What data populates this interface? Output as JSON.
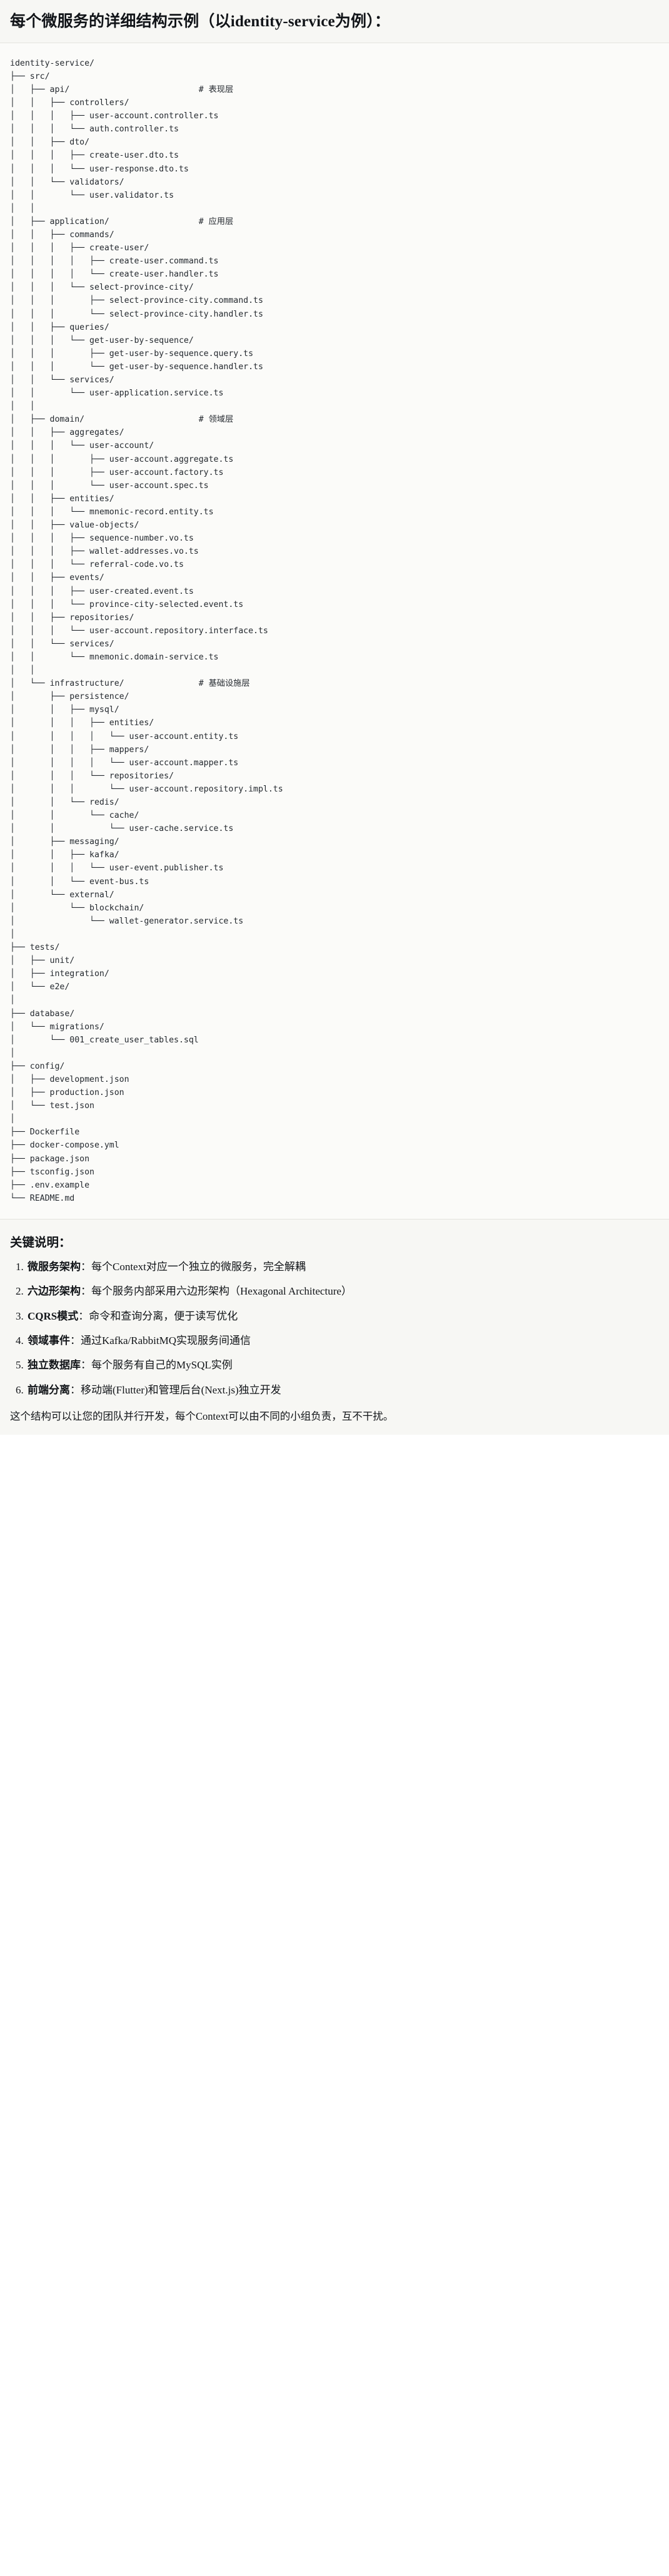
{
  "title": "每个微服务的详细结构示例（以identity-service为例）：",
  "tree": {
    "root": "identity-service/",
    "lines": [
      "identity-service/",
      "├── src/",
      "│   ├── api/                          # 表现层",
      "│   │   ├── controllers/",
      "│   │   │   ├── user-account.controller.ts",
      "│   │   │   └── auth.controller.ts",
      "│   │   ├── dto/",
      "│   │   │   ├── create-user.dto.ts",
      "│   │   │   └── user-response.dto.ts",
      "│   │   └── validators/",
      "│   │       └── user.validator.ts",
      "│   │",
      "│   ├── application/                  # 应用层",
      "│   │   ├── commands/",
      "│   │   │   ├── create-user/",
      "│   │   │   │   ├── create-user.command.ts",
      "│   │   │   │   └── create-user.handler.ts",
      "│   │   │   └── select-province-city/",
      "│   │   │       ├── select-province-city.command.ts",
      "│   │   │       └── select-province-city.handler.ts",
      "│   │   ├── queries/",
      "│   │   │   └── get-user-by-sequence/",
      "│   │   │       ├── get-user-by-sequence.query.ts",
      "│   │   │       └── get-user-by-sequence.handler.ts",
      "│   │   └── services/",
      "│   │       └── user-application.service.ts",
      "│   │",
      "│   ├── domain/                       # 领域层",
      "│   │   ├── aggregates/",
      "│   │   │   └── user-account/",
      "│   │   │       ├── user-account.aggregate.ts",
      "│   │   │       ├── user-account.factory.ts",
      "│   │   │       └── user-account.spec.ts",
      "│   │   ├── entities/",
      "│   │   │   └── mnemonic-record.entity.ts",
      "│   │   ├── value-objects/",
      "│   │   │   ├── sequence-number.vo.ts",
      "│   │   │   ├── wallet-addresses.vo.ts",
      "│   │   │   └── referral-code.vo.ts",
      "│   │   ├── events/",
      "│   │   │   ├── user-created.event.ts",
      "│   │   │   └── province-city-selected.event.ts",
      "│   │   ├── repositories/",
      "│   │   │   └── user-account.repository.interface.ts",
      "│   │   └── services/",
      "│   │       └── mnemonic.domain-service.ts",
      "│   │",
      "│   └── infrastructure/               # 基础设施层",
      "│       ├── persistence/",
      "│       │   ├── mysql/",
      "│       │   │   ├── entities/",
      "│       │   │   │   └── user-account.entity.ts",
      "│       │   │   ├── mappers/",
      "│       │   │   │   └── user-account.mapper.ts",
      "│       │   │   └── repositories/",
      "│       │   │       └── user-account.repository.impl.ts",
      "│       │   └── redis/",
      "│       │       └── cache/",
      "│       │           └── user-cache.service.ts",
      "│       ├── messaging/",
      "│       │   ├── kafka/",
      "│       │   │   └── user-event.publisher.ts",
      "│       │   └── event-bus.ts",
      "│       └── external/",
      "│           └── blockchain/",
      "│               └── wallet-generator.service.ts",
      "│",
      "├── tests/",
      "│   ├── unit/",
      "│   ├── integration/",
      "│   └── e2e/",
      "│",
      "├── database/",
      "│   └── migrations/",
      "│       └── 001_create_user_tables.sql",
      "│",
      "├── config/",
      "│   ├── development.json",
      "│   ├── production.json",
      "│   └── test.json",
      "│",
      "├── Dockerfile",
      "├── docker-compose.yml",
      "├── package.json",
      "├── tsconfig.json",
      "├── .env.example",
      "└── README.md"
    ],
    "layer_comments": [
      "# 表现层",
      "# 应用层",
      "# 领域层",
      "# 基础设施层"
    ]
  },
  "notes": {
    "heading": "关键说明：",
    "items": [
      {
        "term": "微服务架构",
        "sep": "：",
        "text": "每个Context对应一个独立的微服务，完全解耦"
      },
      {
        "term": "六边形架构",
        "sep": "：",
        "text": "每个服务内部采用六边形架构（Hexagonal Architecture）"
      },
      {
        "term": "CQRS模式",
        "sep": "：",
        "text": "命令和查询分离，便于读写优化"
      },
      {
        "term": "领域事件",
        "sep": "：",
        "text": "通过Kafka/RabbitMQ实现服务间通信"
      },
      {
        "term": "独立数据库",
        "sep": "：",
        "text": "每个服务有自己的MySQL实例"
      },
      {
        "term": "前端分离",
        "sep": "：",
        "text": "移动端(Flutter)和管理后台(Next.js)独立开发"
      }
    ],
    "closing": "这个结构可以让您的团队并行开发，每个Context可以由不同的小组负责，互不干扰。"
  },
  "colors": {
    "page_bg": "#ffffff",
    "title_bg": "#f7f7f4",
    "tree_bg": "#fbfbf9",
    "notes_bg": "#f7f7f4",
    "text": "#1f2328",
    "code_text": "#24292f",
    "divider": "#e4e4df"
  }
}
